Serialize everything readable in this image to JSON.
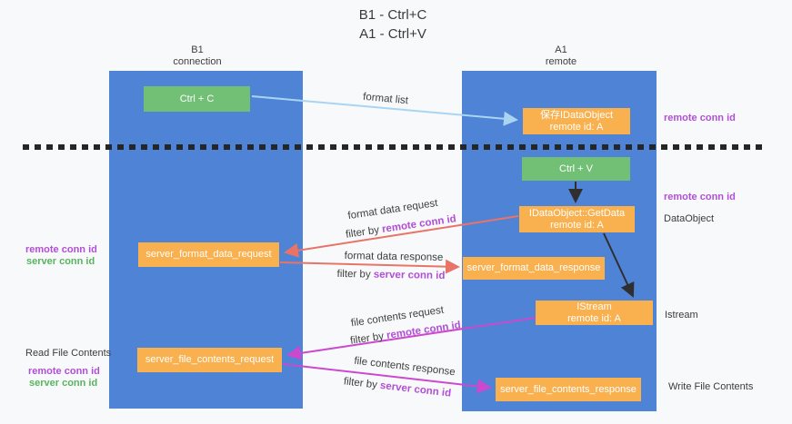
{
  "title": {
    "line1": "B1 - Ctrl+C",
    "line2": "A1 - Ctrl+V"
  },
  "lanes": {
    "left": {
      "name": "B1",
      "role": "connection"
    },
    "right": {
      "name": "A1",
      "role": "remote"
    }
  },
  "nodes": {
    "ctrl_c": {
      "label": "Ctrl + C"
    },
    "ctrl_v": {
      "label": "Ctrl + V"
    },
    "save_idataobject": {
      "line1": "保存IDataObject",
      "line2": "remote id: A"
    },
    "idataobject_getdata": {
      "line1": "IDataObject::GetData",
      "line2": "remote id: A"
    },
    "istream": {
      "line1": "IStream",
      "line2": "remote id: A"
    },
    "server_format_data_request": {
      "label": "server_format_data_request"
    },
    "server_format_data_response": {
      "label": "server_format_data_response"
    },
    "server_file_contents_request": {
      "label": "server_file_contents_request"
    },
    "server_file_contents_response": {
      "label": "server_file_contents_response"
    }
  },
  "arrows": {
    "format_list": {
      "label": "format list"
    },
    "format_data_request": {
      "label": "format data request",
      "filter_prefix": "filter by ",
      "filter_key": "remote conn id"
    },
    "format_data_response": {
      "label": "format data response",
      "filter_prefix": "filter by ",
      "filter_key": "server conn id"
    },
    "file_contents_request": {
      "label": "file contents request",
      "filter_prefix": "filter by ",
      "filter_key": "remote conn id"
    },
    "file_contents_response": {
      "label": "file contents response",
      "filter_prefix": "filter by ",
      "filter_key": "server conn id"
    }
  },
  "annotations": {
    "right_remote_conn_id_top": "remote conn id",
    "right_remote_conn_id_mid": "remote conn id",
    "right_dataobject": "DataObject",
    "right_istream": "Istream",
    "right_write_file_contents": "Write File Contents",
    "left_remote_conn_id_1": "remote conn id",
    "left_server_conn_id_1": "server conn id",
    "left_read_file_contents": "Read File Contents",
    "left_remote_conn_id_2": "remote conn id",
    "left_server_conn_id_2": "server conn id"
  },
  "colors": {
    "background": "#f8f9fa",
    "lane_blue": "#4e83d6",
    "node_orange": "#f9b04e",
    "node_green": "#72c076",
    "arrow_light_blue": "#a9d5f2",
    "arrow_red": "#e87468",
    "arrow_magenta": "#cb49cf",
    "arrow_black": "#2f2f2f",
    "text_purple": "#b14fd6",
    "text_green": "#57b45f"
  }
}
